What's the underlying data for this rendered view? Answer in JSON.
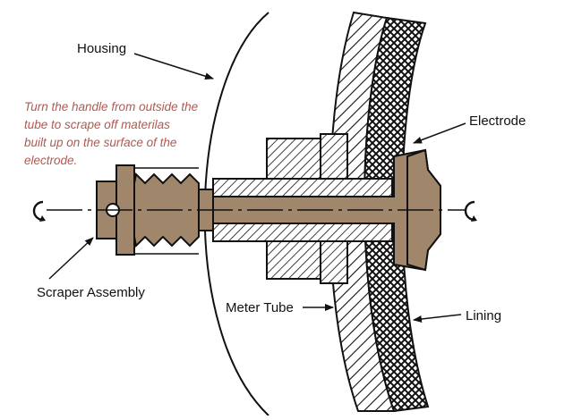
{
  "labels": {
    "housing": "Housing",
    "electrode": "Electrode",
    "scraper_assembly": "Scraper Assembly",
    "meter_tube": "Meter Tube",
    "lining": "Lining"
  },
  "note_lines": [
    "Turn the handle from outside the",
    "tube to scrape off materilas",
    "built up on the surface of the",
    "electrode."
  ],
  "colors": {
    "note": "#b05a52",
    "shaft_fill": "#a0866a",
    "stroke": "#111111",
    "background": "#ffffff"
  },
  "icons": {
    "left_rotation": "rotate-arrow-icon",
    "right_rotation": "rotate-arrow-icon"
  }
}
